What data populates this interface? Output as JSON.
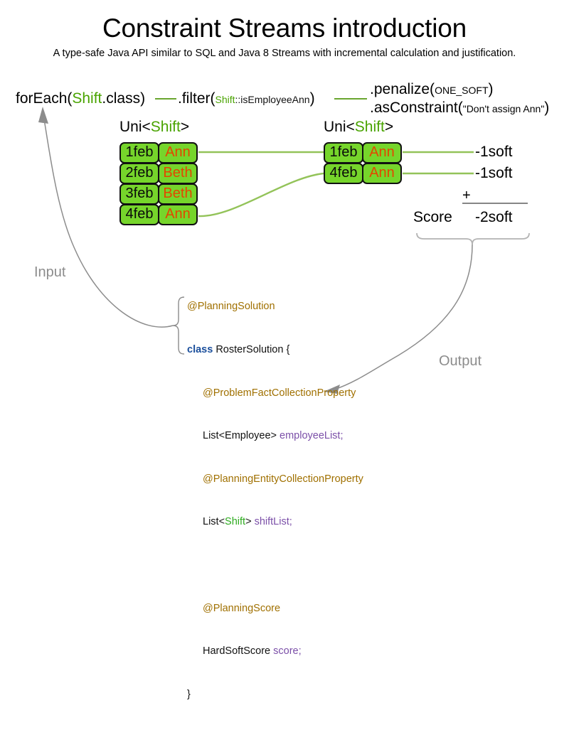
{
  "header": {
    "title": "Constraint Streams introduction",
    "subtitle": "A type-safe Java API similar to SQL and Java 8 Streams with incremental calculation and justification."
  },
  "pipeline": {
    "for_each": {
      "prefix": "forEach(",
      "type": "Shift",
      "suffix": ".class)"
    },
    "filter": {
      "prefix": ".filter(",
      "type": "Shift",
      "method": "::isEmployeeAnn",
      "suffix": ")"
    },
    "penalize": {
      "prefix": ".penalize(",
      "arg": "ONE_SOFT",
      "suffix": ")"
    },
    "as_constraint": {
      "prefix": ".asConstraint(",
      "arg": "\"Don't assign Ann\"",
      "suffix": ")"
    }
  },
  "streams": {
    "left": {
      "label_prefix": "Uni<",
      "label_type": "Shift",
      "label_suffix": ">",
      "rows": [
        {
          "date": "1feb",
          "employee": "Ann"
        },
        {
          "date": "2feb",
          "employee": "Beth"
        },
        {
          "date": "3feb",
          "employee": "Beth"
        },
        {
          "date": "4feb",
          "employee": "Ann"
        }
      ]
    },
    "right": {
      "label_prefix": "Uni<",
      "label_type": "Shift",
      "label_suffix": ">",
      "rows": [
        {
          "date": "1feb",
          "employee": "Ann"
        },
        {
          "date": "4feb",
          "employee": "Ann"
        }
      ]
    }
  },
  "score": {
    "penalty_1": "-1soft",
    "penalty_2": "-1soft",
    "operator": "+",
    "total": "-2soft",
    "label": "Score"
  },
  "flow": {
    "input_label": "Input",
    "output_label": "Output"
  },
  "code": {
    "line1_ann": "@PlanningSolution",
    "line2_kw": "class",
    "line2_rest": " RosterSolution {",
    "line3_ann": "@ProblemFactCollectionProperty",
    "line4_type": "List<Employee> ",
    "line4_field": "employeeList",
    "line4_semi": ";",
    "line5_ann": "@PlanningEntityCollectionProperty",
    "line6_pre": "List<",
    "line6_generic": "Shift",
    "line6_post": "> ",
    "line6_field": "shiftList",
    "line6_semi": ";",
    "line8_ann": "@PlanningScore",
    "line9_type": "HardSoftScore ",
    "line9_field": "score",
    "line9_semi": ";",
    "line10_close": "}"
  },
  "colors": {
    "green_text": "#49a300",
    "box_fill": "#76d52b",
    "box_border": "#111111",
    "employee_text": "#e24700",
    "connector_green": "#93c359",
    "arrow_gray": "#8c8c8c",
    "annotation_gold": "#a07000",
    "keyword_blue": "#1b4f9c",
    "field_purple": "#7b4fa8"
  }
}
